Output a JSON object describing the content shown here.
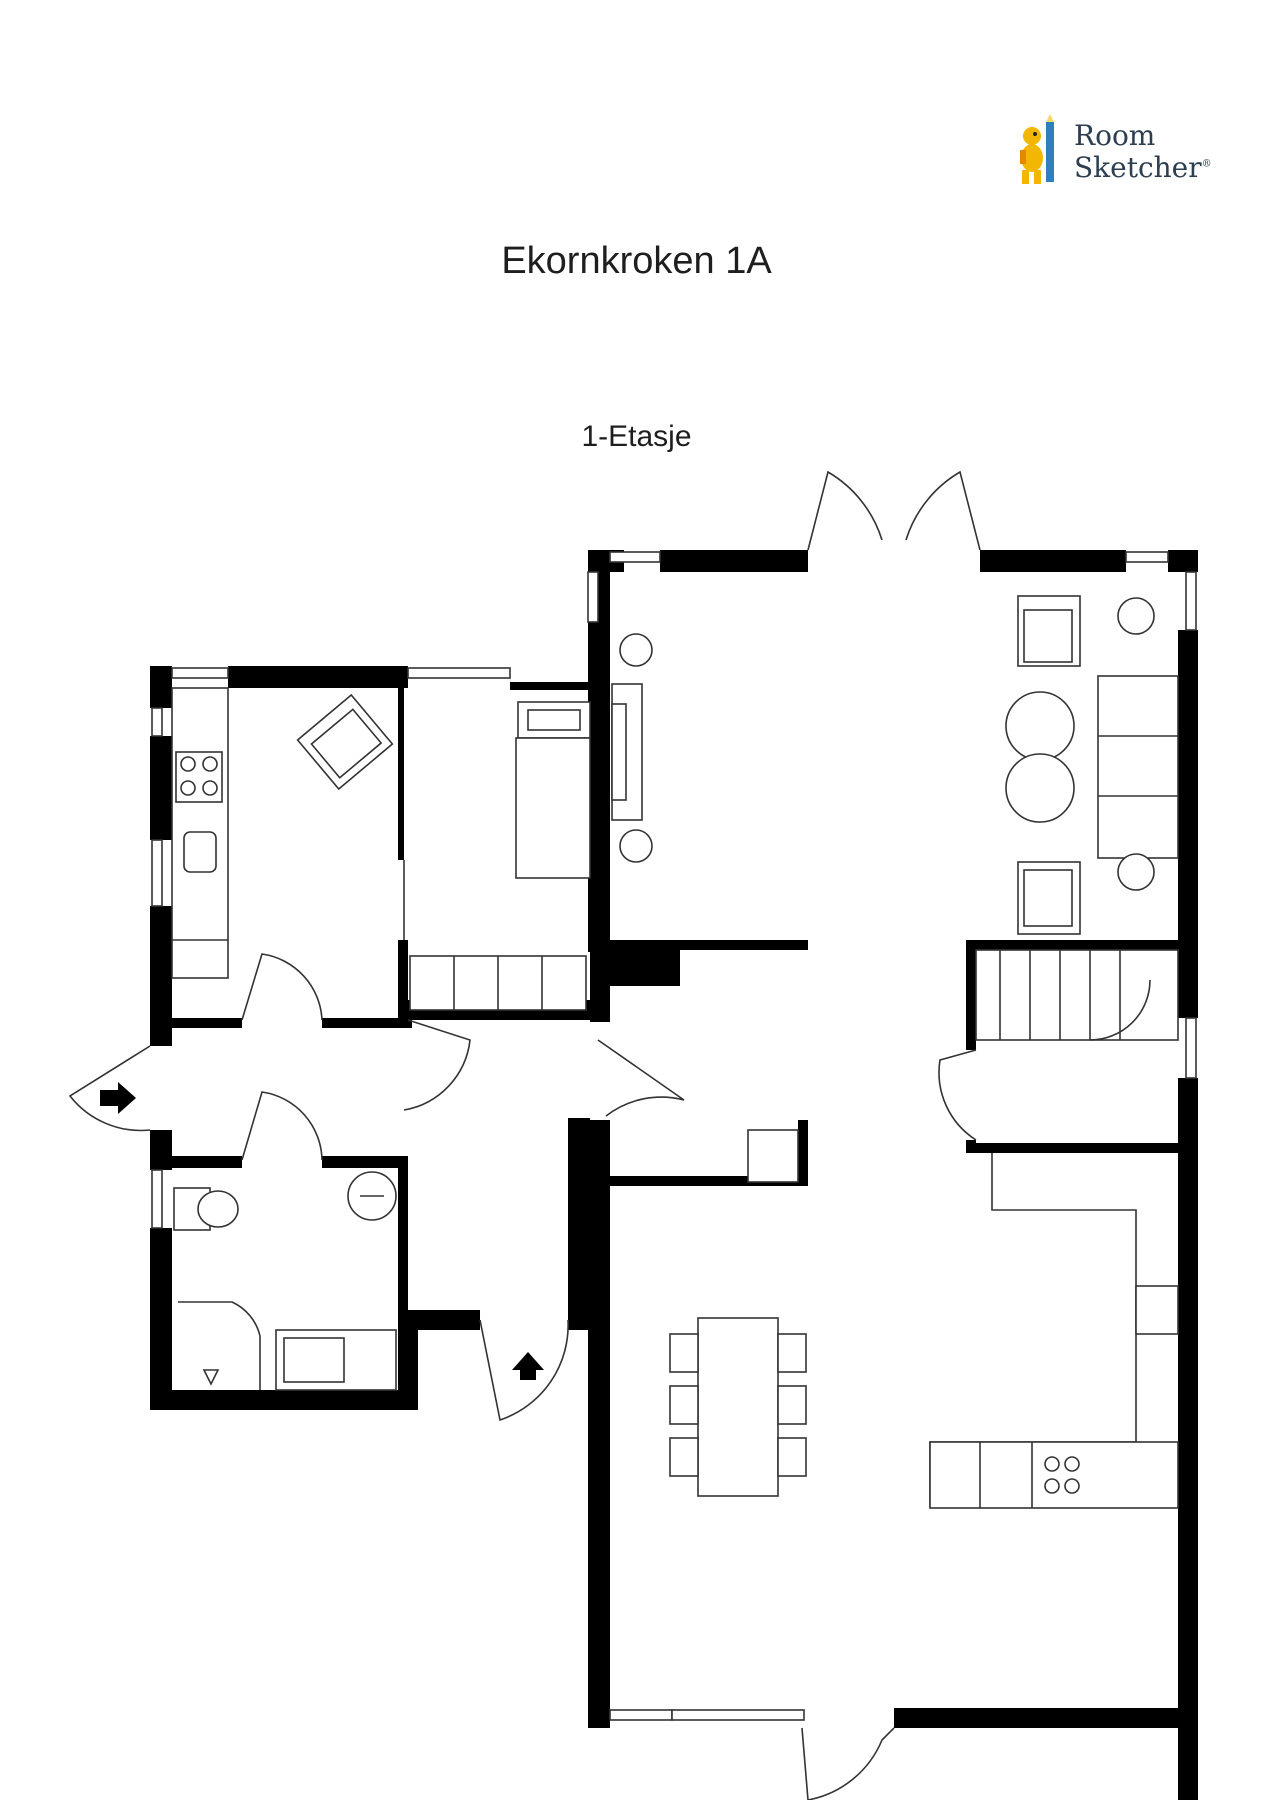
{
  "brand": {
    "line1": "Room",
    "line2": "Sketcher",
    "registered": "®",
    "logo_icon": "roomsketcher-mascot-icon"
  },
  "title": "Ekornkroken 1A",
  "floor_label": "1-Etasje",
  "colors": {
    "wall": "#000000",
    "line": "#333333",
    "background": "#ffffff"
  }
}
